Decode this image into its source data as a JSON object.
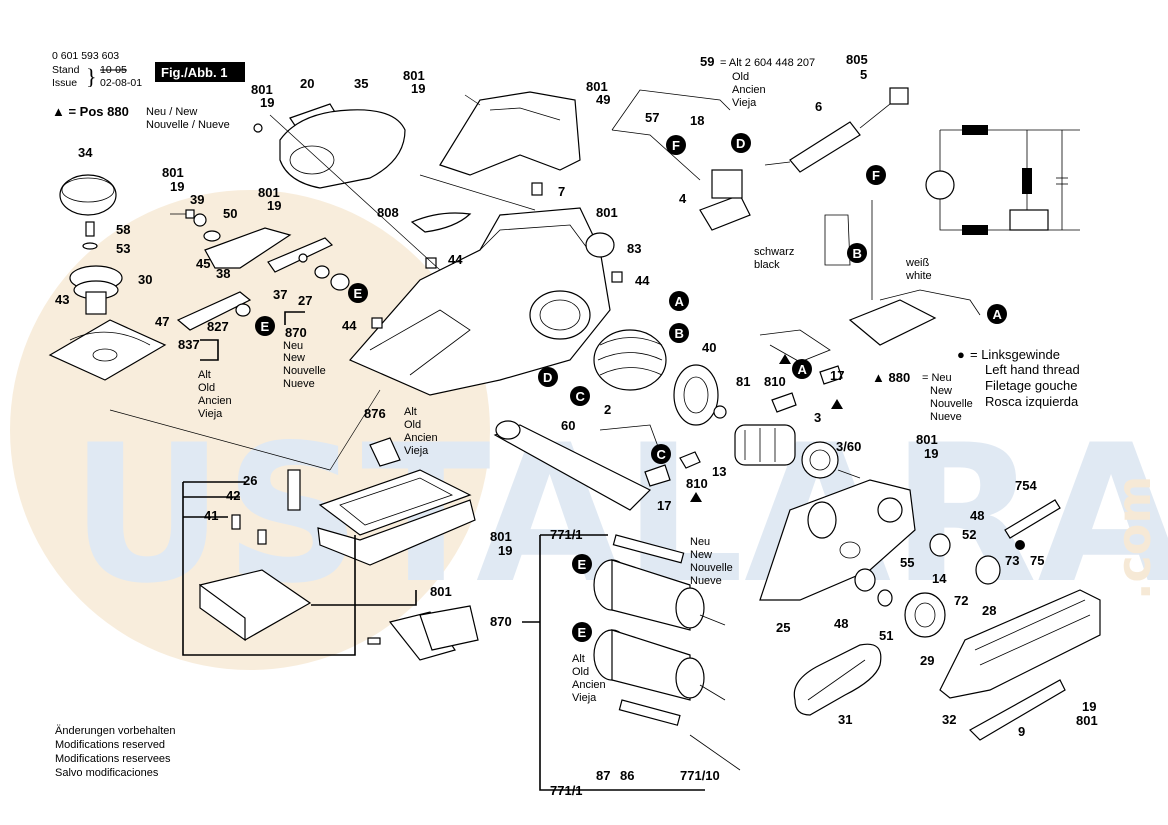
{
  "header": {
    "part_number": "0 601 593 603",
    "stand_label": "Stand",
    "issue_label": "Issue",
    "stand_value": "10-05",
    "issue_value": "02-08-01",
    "figure_title": "Fig./Abb. 1",
    "pos_note_prefix": "▲ = Pos 880",
    "pos_note_line1": "Neu / New",
    "pos_note_line2": "Nouvelle / Nueve"
  },
  "watermark": {
    "text": "USTALARA",
    ".com": ".com",
    "dotcom": ".com"
  },
  "legend": {
    "symbol": "●",
    "line1": "= Linksgewinde",
    "line2": "Left hand thread",
    "line3": "Filetage gouche",
    "line4": "Rosca izquierda"
  },
  "notes880": {
    "prefix": "▲ 880",
    "line1": "= Neu",
    "line2": "New",
    "line3": "Nouvelle",
    "line4": "Nueve"
  },
  "alt59": {
    "label": "59",
    "text": "= Alt 2 604 448 207",
    "l2": "Old",
    "l3": "Ancien",
    "l4": "Vieja"
  },
  "alt_block": {
    "l1": "Alt",
    "l2": "Old",
    "l3": "Ancien",
    "l4": "Vieja"
  },
  "neu_block": {
    "l1": "Neu",
    "l2": "New",
    "l3": "Nouvelle",
    "l4": "Nueve"
  },
  "wire_labels": {
    "black_de": "schwarz",
    "black_en": "black",
    "white_de": "weiß",
    "white_en": "white"
  },
  "footer": {
    "l1": "Änderungen vorbehalten",
    "l2": "Modifications reserved",
    "l3": "Modifications reservees",
    "l4": "Salvo modificaciones"
  },
  "callouts": [
    "801",
    "19",
    "20",
    "35",
    "801",
    "19",
    "801",
    "49",
    "59",
    "805",
    "5",
    "34",
    "801",
    "19",
    "39",
    "50",
    "801",
    "19",
    "58",
    "53",
    "6",
    "57",
    "18",
    "4",
    "7",
    "801",
    "808",
    "83",
    "44",
    "44",
    "45",
    "38",
    "37",
    "27",
    "30",
    "43",
    "47",
    "827",
    "837",
    "870",
    "44",
    "2",
    "40",
    "81",
    "810",
    "17",
    "3",
    "3/60",
    "876",
    "26",
    "42",
    "41",
    "60",
    "801",
    "19",
    "13",
    "810",
    "17",
    "801",
    "19",
    "754",
    "48",
    "52",
    "73",
    "75",
    "771/1",
    "55",
    "14",
    "28",
    "870",
    "72",
    "25",
    "48",
    "51",
    "29",
    "31",
    "32",
    "9",
    "19",
    "801",
    "87",
    "86",
    "771/10",
    "771/1",
    "801",
    "880"
  ],
  "letters": [
    "A",
    "B",
    "C",
    "D",
    "E",
    "F"
  ]
}
